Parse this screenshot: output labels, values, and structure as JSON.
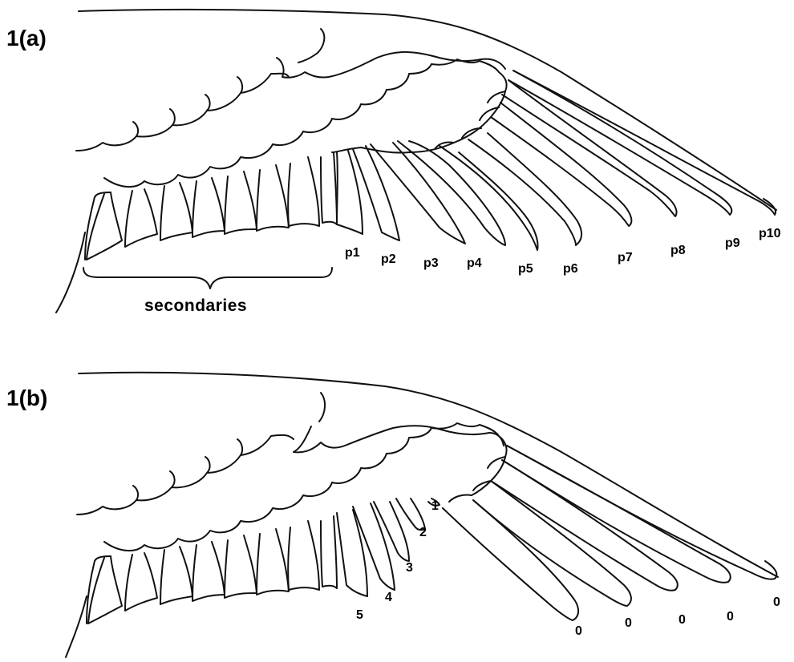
{
  "figure": {
    "panel_a": {
      "label": "1(a)",
      "primary_labels": [
        "p1",
        "p2",
        "p3",
        "p4",
        "p5",
        "p6",
        "p7",
        "p8",
        "p9",
        "p10"
      ],
      "secondaries_label": "secondaries"
    },
    "panel_b": {
      "label": "1(b)",
      "molt_scores": [
        "1",
        "2",
        "3",
        "4",
        "5",
        "0",
        "0",
        "0",
        "0",
        "0"
      ]
    }
  }
}
